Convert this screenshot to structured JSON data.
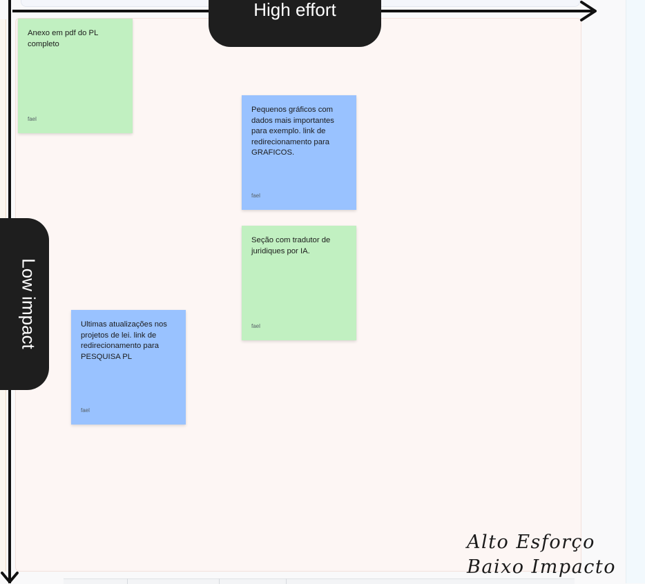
{
  "board": {
    "axis_top_label": "High effort",
    "axis_left_label": "Low impact",
    "quadrant_caption": {
      "line1": "Alto Esforço",
      "line2": "Baixo Impacto"
    }
  },
  "stickies": [
    {
      "text": "Anexo em pdf do PL completo",
      "author": "fael",
      "color": "green"
    },
    {
      "text": "Pequenos gráficos com dados mais importantes para exemplo. link de redirecionamento para GRAFICOS.",
      "author": "fael",
      "color": "blue"
    },
    {
      "text": "Seção com tradutor de juridiques por IA.",
      "author": "fael",
      "color": "green"
    },
    {
      "text": "Ultimas atualizações nos projetos de lei. link de redirecionamento para PESQUISA PL",
      "author": "fael",
      "color": "blue"
    }
  ],
  "colors": {
    "sticky_green": "#c1f0c1",
    "sticky_blue": "#99c2ff",
    "pill": "#1e1e1e",
    "quadrant_bg": "#fdf6f4"
  }
}
